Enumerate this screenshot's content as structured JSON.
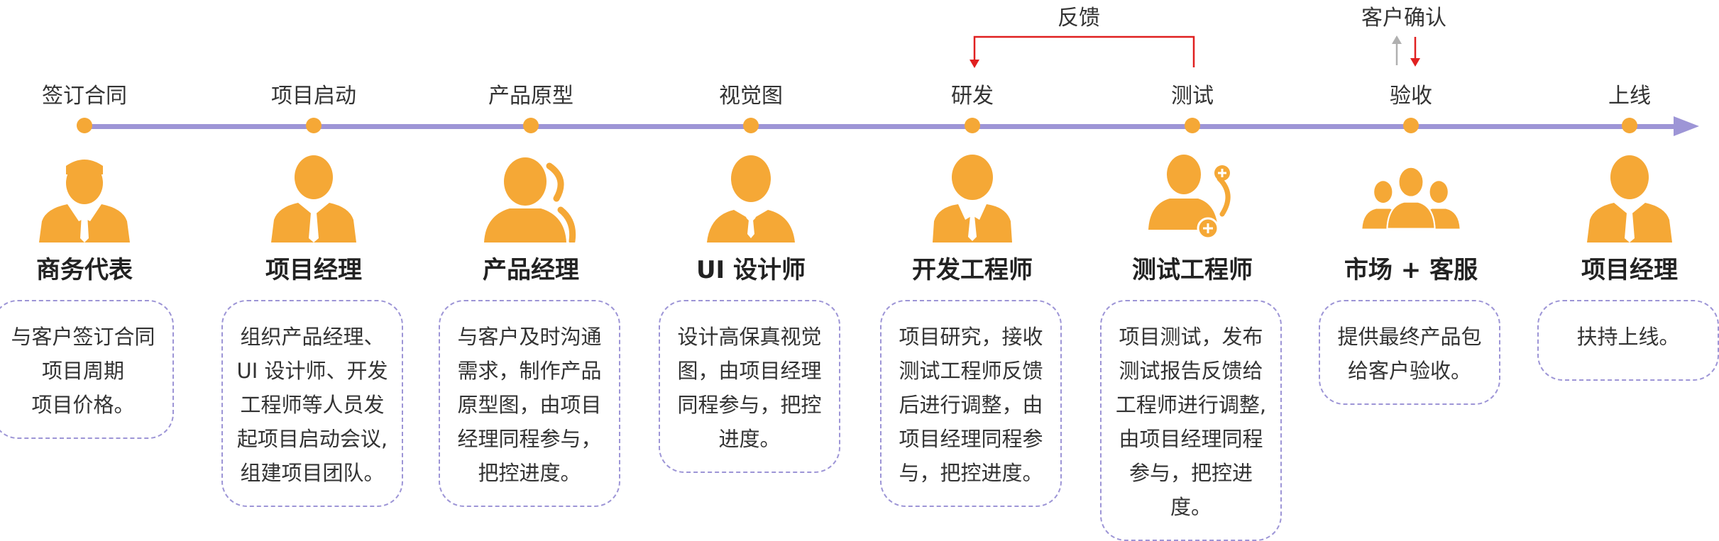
{
  "annotations": {
    "feedback": "反馈",
    "customer_confirm": "客户确认"
  },
  "stages": [
    {
      "label": "签订合同",
      "role": "商务代表",
      "icon": "business-rep-icon",
      "desc": [
        "与客户签订合同",
        "项目周期",
        "项目价格。"
      ]
    },
    {
      "label": "项目启动",
      "role": "项目经理",
      "icon": "project-manager-icon",
      "desc": [
        "组织产品经理、",
        "UI 设计师、开发",
        "工程师等人员发",
        "起项目启动会议,",
        "组建项目团队。"
      ]
    },
    {
      "label": "产品原型",
      "role": "产品经理",
      "icon": "product-manager-icon",
      "desc": [
        "与客户及时沟通",
        "需求，制作产品",
        "原型图，由项目",
        "经理同程参与，",
        "把控进度。"
      ]
    },
    {
      "label": "视觉图",
      "role": "UI 设计师",
      "icon": "ui-designer-icon",
      "desc": [
        "设计高保真视觉",
        "图，由项目经理",
        "同程参与，把控",
        "进度。"
      ]
    },
    {
      "label": "研发",
      "role": "开发工程师",
      "icon": "developer-icon",
      "desc": [
        "项目研究，接收",
        "测试工程师反馈",
        "后进行调整，由",
        "项目经理同程参",
        "与，把控进度。"
      ]
    },
    {
      "label": "测试",
      "role": "测试工程师",
      "icon": "tester-icon",
      "desc": [
        "项目测试，发布",
        "测试报告反馈给",
        "工程师进行调整,",
        "由项目经理同程",
        "参与，把控进度。"
      ]
    },
    {
      "label": "验收",
      "role": "市场 + 客服",
      "icon": "market-service-icon",
      "desc": [
        "提供最终产品包",
        "给客户验收。"
      ]
    },
    {
      "label": "上线",
      "role": "项目经理",
      "icon": "project-manager-icon",
      "desc": [
        "扶持上线。"
      ]
    }
  ],
  "colors": {
    "accent": "#f5a836",
    "timeline": "#9d95d6",
    "feedback_arrow": "#e02020",
    "confirm_up_arrow": "#b0b0b0"
  }
}
